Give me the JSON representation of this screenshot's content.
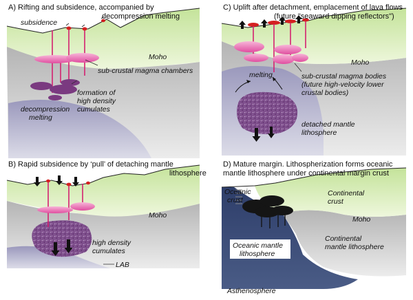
{
  "panels": {
    "a": {
      "title_line1": "A) Rifting and subsidence, accompanied by",
      "title_line2": "decompression melting",
      "subsidence": "subsidence",
      "moho": "Moho",
      "magma_chambers": "sub-crustal magma chambers",
      "cumulates_line1": "formation of",
      "cumulates_line2": "high density",
      "cumulates_line3": "cumulates",
      "decompression_line1": "decompression",
      "decompression_line2": "melting"
    },
    "b": {
      "title_line1": "B) Rapid subsidence by ‘pull’ of detaching mantle",
      "title_line2": "lithosphere",
      "moho": "Moho",
      "cumulates_line1": "high density",
      "cumulates_line2": "cumulates",
      "lab": "LAB"
    },
    "c": {
      "title_line1": "C) Uplift after detachment, emplacement of lava flows",
      "title_line2": "(future \"seaward dipping reflectors\")",
      "moho": "Moho",
      "melting": "melting",
      "bodies_line1": "sub-crustal magma bodies",
      "bodies_line2": "(future high-velocity lower",
      "bodies_line3": "crustal bodies)",
      "detached_line1": "detached mantle",
      "detached_line2": "lithosphere"
    },
    "d": {
      "title_line1": "D) Mature margin. Lithospherization forms oceanic",
      "title_line2": "mantle lithosphere under continental margin crust",
      "oceanic_crust_line1": "Oceanic",
      "oceanic_crust_line2": "crust",
      "continental_crust_line1": "Continental",
      "continental_crust_line2": "crust",
      "moho": "Moho",
      "oceanic_mantle_line1": "Oceanic mantle",
      "oceanic_mantle_line2": "lithosphere",
      "continental_mantle_line1": "Continental",
      "continental_mantle_line2": "mantle lithosphere",
      "asthenosphere": "Asthenosphere"
    }
  },
  "colors": {
    "crust": "#d8ecb0",
    "mantle_lithosphere": "#d4d4d4",
    "asthenosphere": "#ffffff",
    "magma": "#e85aa8",
    "cumulate": "#7a3a80",
    "oceanic_mantle": "#3a4c78",
    "basalt": "#151515",
    "lava": "#d42020"
  }
}
